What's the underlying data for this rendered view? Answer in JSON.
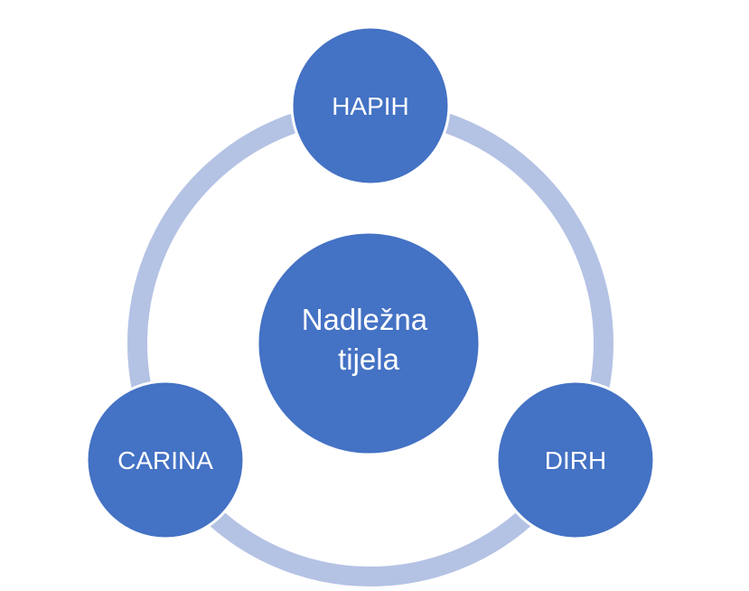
{
  "diagram": {
    "center": {
      "lines": [
        "Nadležna",
        "tijela"
      ]
    },
    "nodes": [
      {
        "label": "HAPIH"
      },
      {
        "label": "DIRH"
      },
      {
        "label": "CARINA"
      }
    ],
    "colors": {
      "node_fill": "#4472C4",
      "node_border": "#ffffff",
      "ring": "#B4C2E4",
      "text": "#ffffff",
      "background": "#ffffff"
    }
  }
}
